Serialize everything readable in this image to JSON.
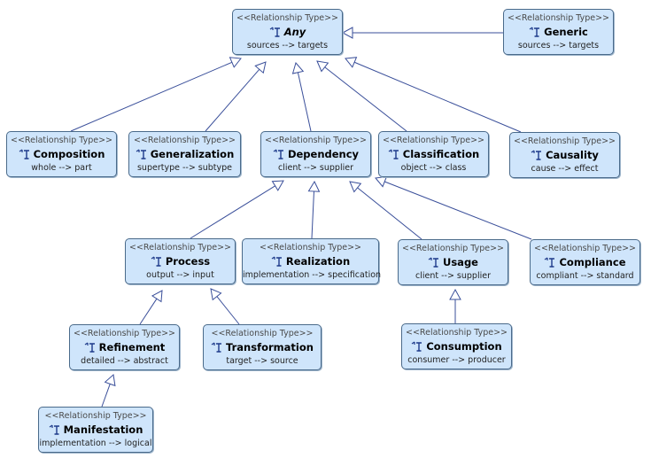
{
  "stereotype": "<<Relationship Type>>",
  "nodes": {
    "any": {
      "name": "Any",
      "ends": "sources --> targets"
    },
    "generic": {
      "name": "Generic",
      "ends": "sources --> targets"
    },
    "composition": {
      "name": "Composition",
      "ends": "whole --> part"
    },
    "generalization": {
      "name": "Generalization",
      "ends": "supertype --> subtype"
    },
    "dependency": {
      "name": "Dependency",
      "ends": "client --> supplier"
    },
    "classification": {
      "name": "Classification",
      "ends": "object --> class"
    },
    "causality": {
      "name": "Causality",
      "ends": "cause --> effect"
    },
    "process": {
      "name": "Process",
      "ends": "output --> input"
    },
    "realization": {
      "name": "Realization",
      "ends": "implementation --> specification"
    },
    "usage": {
      "name": "Usage",
      "ends": "client --> supplier"
    },
    "compliance": {
      "name": "Compliance",
      "ends": "compliant --> standard"
    },
    "refinement": {
      "name": "Refinement",
      "ends": "detailed --> abstract"
    },
    "transformation": {
      "name": "Transformation",
      "ends": "target --> source"
    },
    "consumption": {
      "name": "Consumption",
      "ends": "consumer --> producer"
    },
    "manifestation": {
      "name": "Manifestation",
      "ends": "implementation --> logical"
    }
  },
  "edges": [
    {
      "from": "generic",
      "to": "any"
    },
    {
      "from": "composition",
      "to": "any"
    },
    {
      "from": "generalization",
      "to": "any"
    },
    {
      "from": "dependency",
      "to": "any"
    },
    {
      "from": "classification",
      "to": "any"
    },
    {
      "from": "causality",
      "to": "any"
    },
    {
      "from": "process",
      "to": "dependency"
    },
    {
      "from": "realization",
      "to": "dependency"
    },
    {
      "from": "usage",
      "to": "dependency"
    },
    {
      "from": "compliance",
      "to": "dependency"
    },
    {
      "from": "refinement",
      "to": "process"
    },
    {
      "from": "transformation",
      "to": "process"
    },
    {
      "from": "consumption",
      "to": "usage"
    },
    {
      "from": "manifestation",
      "to": "refinement"
    }
  ],
  "colors": {
    "node_fill": "#cfe5fb",
    "node_border": "#4a6a8a",
    "edge": "#3a4f9a"
  },
  "icon": "relationship-type-icon"
}
